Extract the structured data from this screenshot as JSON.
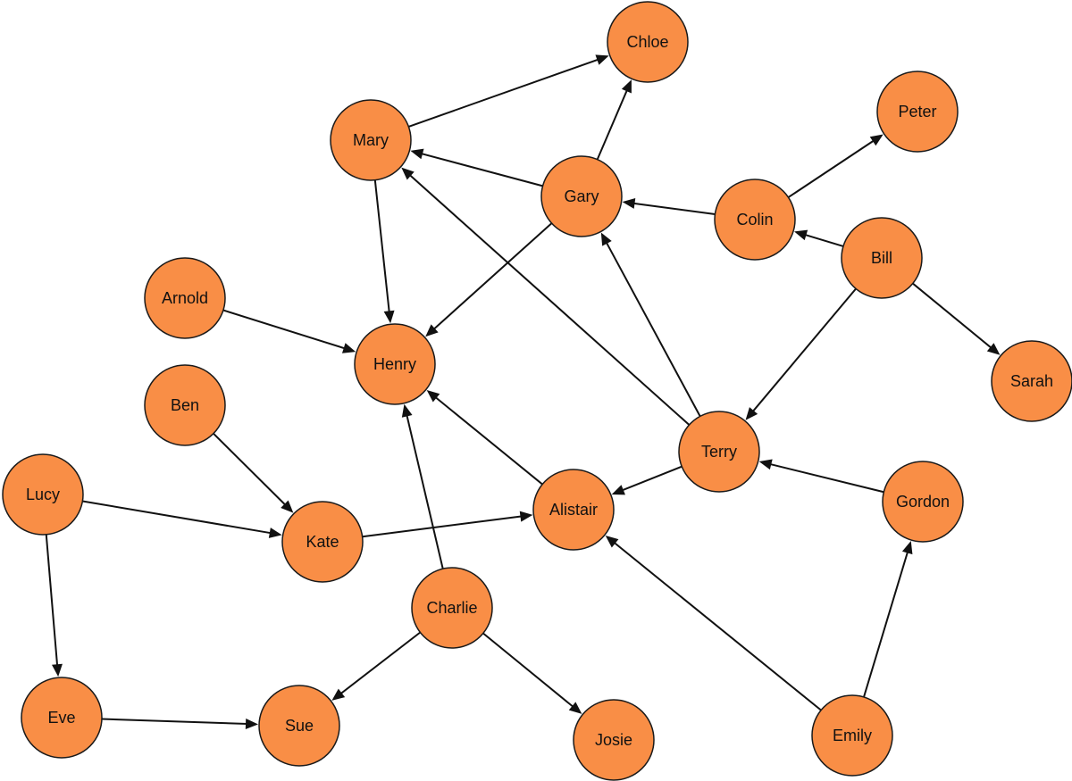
{
  "diagram": {
    "style": {
      "node_fill": "#f98e46",
      "node_stroke": "#1a1a1a",
      "edge_color": "#111111"
    },
    "nodes": [
      {
        "id": "chloe",
        "label": "Chloe"
      },
      {
        "id": "mary",
        "label": "Mary"
      },
      {
        "id": "gary",
        "label": "Gary"
      },
      {
        "id": "peter",
        "label": "Peter"
      },
      {
        "id": "colin",
        "label": "Colin"
      },
      {
        "id": "bill",
        "label": "Bill"
      },
      {
        "id": "arnold",
        "label": "Arnold"
      },
      {
        "id": "henry",
        "label": "Henry"
      },
      {
        "id": "sarah",
        "label": "Sarah"
      },
      {
        "id": "ben",
        "label": "Ben"
      },
      {
        "id": "terry",
        "label": "Terry"
      },
      {
        "id": "lucy",
        "label": "Lucy"
      },
      {
        "id": "alistair",
        "label": "Alistair"
      },
      {
        "id": "gordon",
        "label": "Gordon"
      },
      {
        "id": "kate",
        "label": "Kate"
      },
      {
        "id": "charlie",
        "label": "Charlie"
      },
      {
        "id": "eve",
        "label": "Eve"
      },
      {
        "id": "sue",
        "label": "Sue"
      },
      {
        "id": "josie",
        "label": "Josie"
      },
      {
        "id": "emily",
        "label": "Emily"
      }
    ],
    "edges": [
      {
        "from": "mary",
        "to": "chloe"
      },
      {
        "from": "gary",
        "to": "chloe"
      },
      {
        "from": "gary",
        "to": "mary"
      },
      {
        "from": "colin",
        "to": "gary"
      },
      {
        "from": "colin",
        "to": "peter"
      },
      {
        "from": "bill",
        "to": "colin"
      },
      {
        "from": "bill",
        "to": "sarah"
      },
      {
        "from": "bill",
        "to": "terry"
      },
      {
        "from": "mary",
        "to": "henry"
      },
      {
        "from": "gary",
        "to": "henry"
      },
      {
        "from": "arnold",
        "to": "henry"
      },
      {
        "from": "terry",
        "to": "mary"
      },
      {
        "from": "terry",
        "to": "gary"
      },
      {
        "from": "terry",
        "to": "alistair"
      },
      {
        "from": "gordon",
        "to": "terry"
      },
      {
        "from": "alistair",
        "to": "henry"
      },
      {
        "from": "ben",
        "to": "kate"
      },
      {
        "from": "lucy",
        "to": "kate"
      },
      {
        "from": "lucy",
        "to": "eve"
      },
      {
        "from": "kate",
        "to": "alistair"
      },
      {
        "from": "charlie",
        "to": "henry"
      },
      {
        "from": "charlie",
        "to": "sue"
      },
      {
        "from": "charlie",
        "to": "josie"
      },
      {
        "from": "eve",
        "to": "sue"
      },
      {
        "from": "emily",
        "to": "alistair"
      },
      {
        "from": "emily",
        "to": "gordon"
      }
    ]
  }
}
